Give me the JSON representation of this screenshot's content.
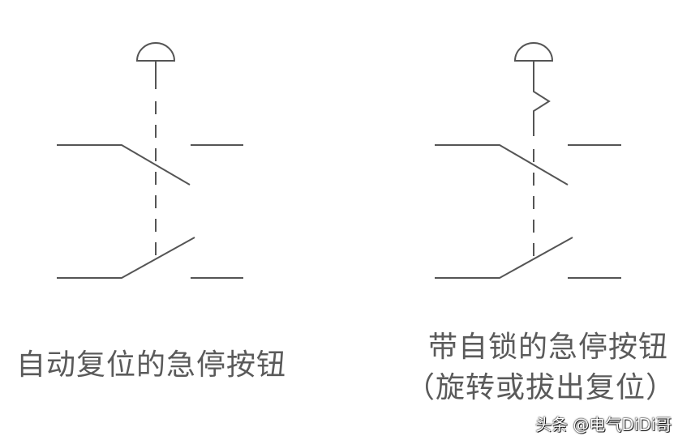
{
  "symbols": [
    {
      "label": "自动复位的急停按钮",
      "has_latch_spring": false
    },
    {
      "label_line1": "带自锁的急停按钮",
      "label_line2": "（旋转或拔出复位）",
      "has_latch_spring": true
    }
  ],
  "watermark": "头条 @电气DiDi哥",
  "colors": {
    "line": "#555555",
    "text": "#5a5a5a"
  }
}
